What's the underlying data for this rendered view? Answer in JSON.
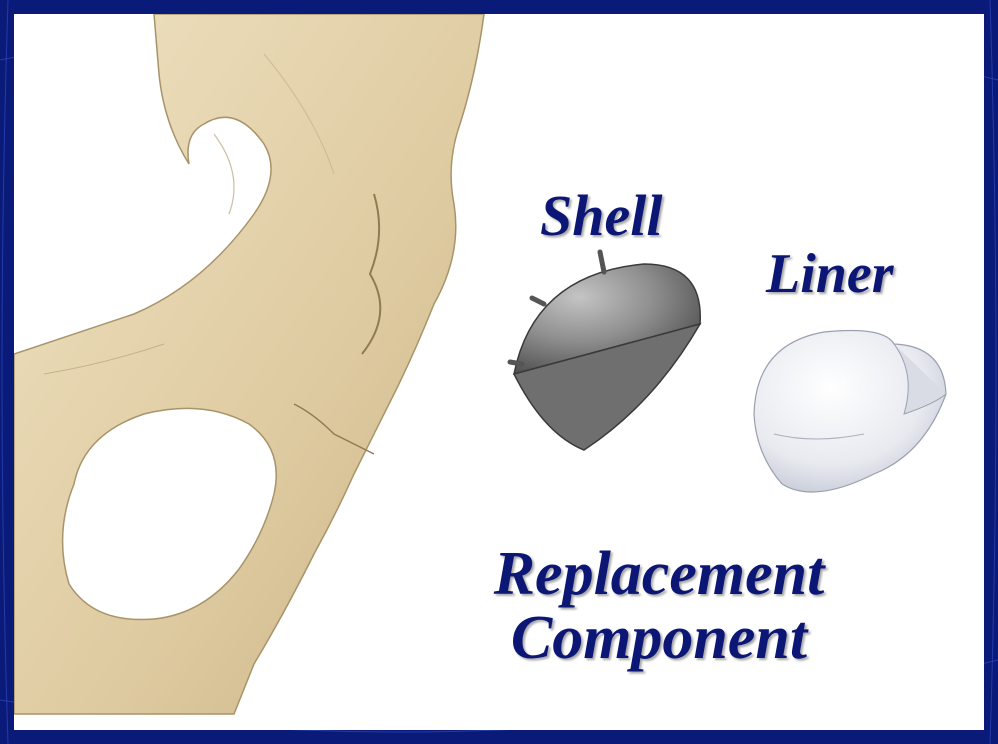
{
  "labels": {
    "shell": "Shell",
    "liner": "Liner",
    "title_line1": "Replacement",
    "title_line2": "Component"
  },
  "colors": {
    "slide_background": "#0a1a78",
    "panel_background": "#ffffff",
    "label_text": "#0c1675",
    "bone": "#e2d2ad",
    "shell_metal": "#8a8a8a",
    "liner_white": "#eef0f5"
  }
}
